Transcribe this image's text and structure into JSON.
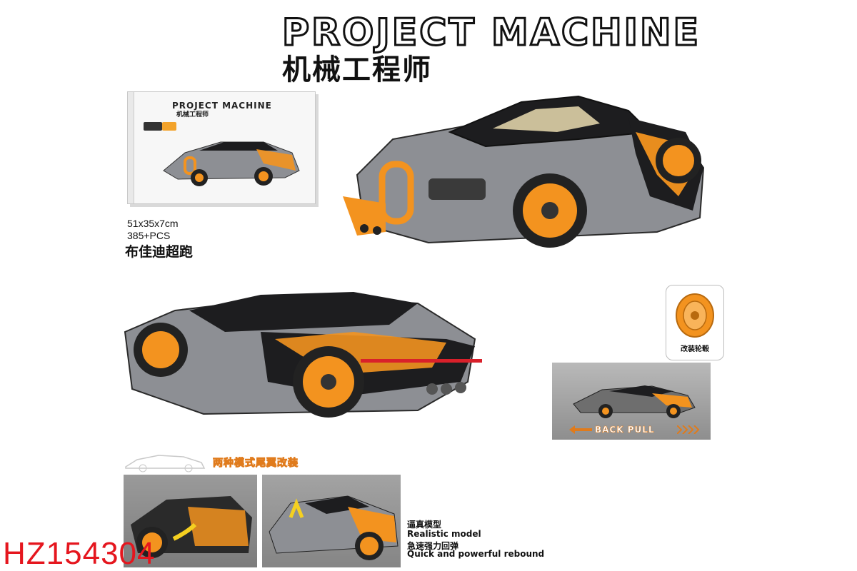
{
  "header": {
    "title": "PROJECT MACHINE",
    "subtitle": "机械工程师"
  },
  "box": {
    "title": "PROJECT MACHINE",
    "subtitle": "机械工程师"
  },
  "specs": {
    "dimensions": "51x35x7cm",
    "pieces": "385+PCS",
    "model_name": "布佳迪超跑"
  },
  "wheel_panel": {
    "label": "改装轮毂"
  },
  "pull_panel": {
    "label": "BACK PULL"
  },
  "mode_banner": {
    "label": "两种模式尾翼改装"
  },
  "features": {
    "line1": "逼真模型",
    "line2": "Realistic model",
    "line3": "急速强力回弹",
    "line4": "Quick and powerful rebound"
  },
  "item_code": "HZ154304",
  "colors": {
    "accent_orange": "#f3931f",
    "body_gray": "#8d8f94",
    "body_black": "#1d1d1f",
    "code_red": "#e5161e"
  }
}
